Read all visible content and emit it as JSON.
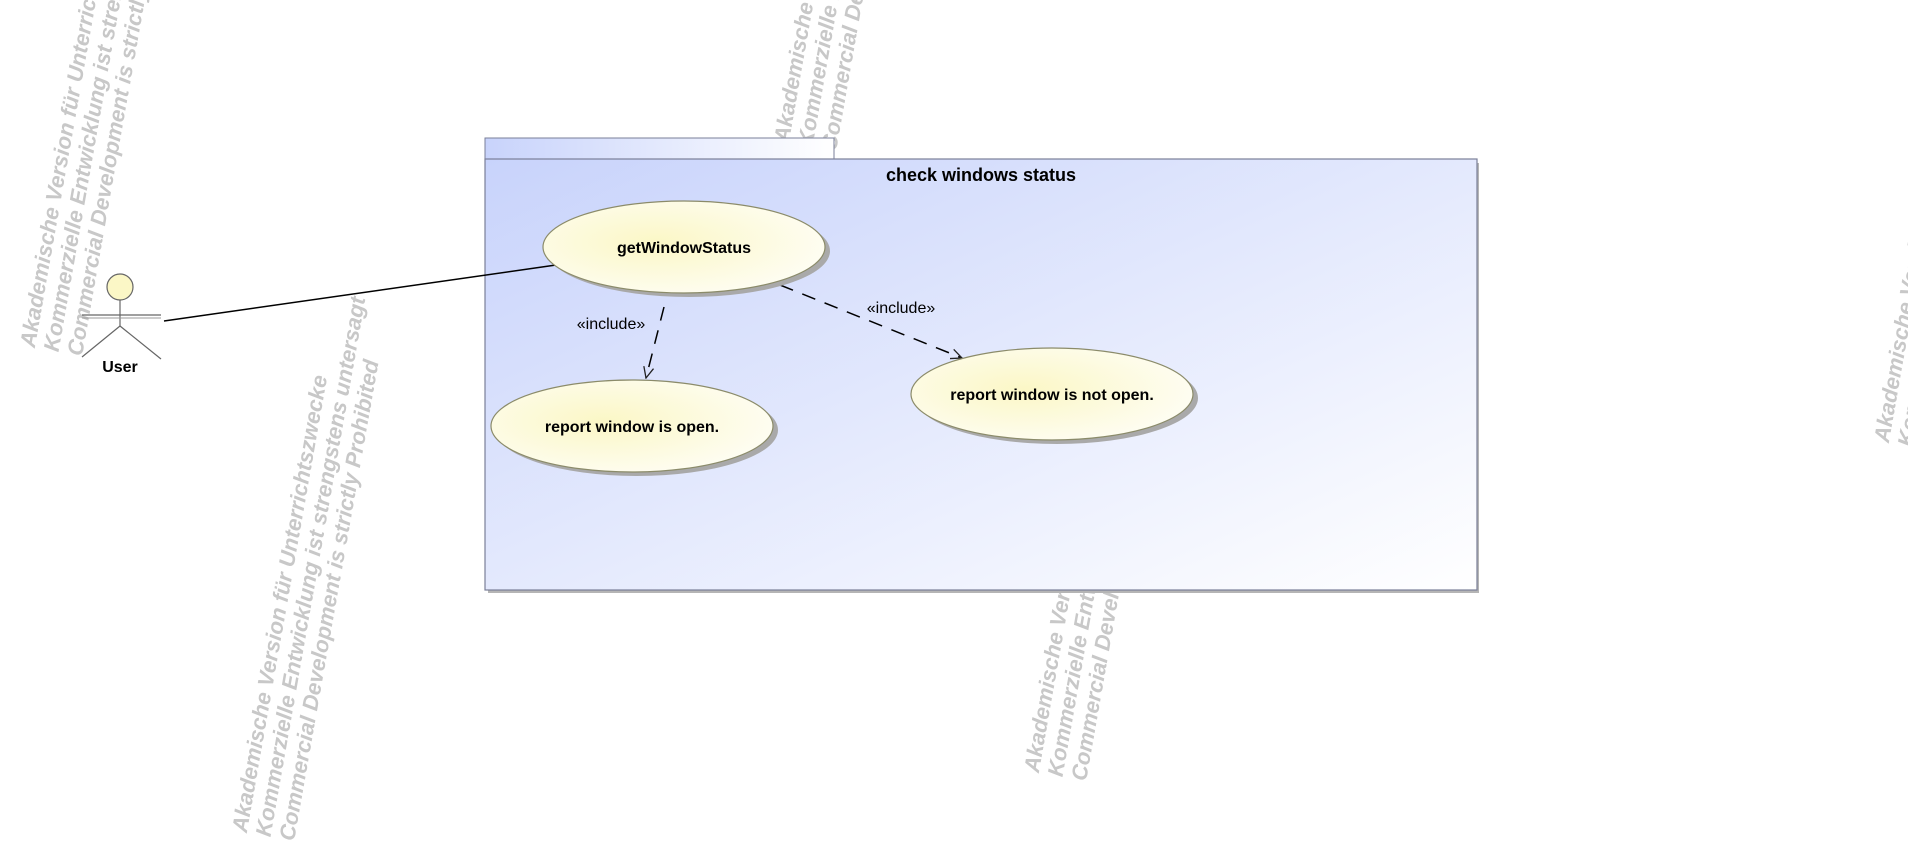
{
  "diagram": {
    "package": {
      "title": "check windows status"
    },
    "actor": {
      "label": "User"
    },
    "use_cases": [
      {
        "id": "getWindowStatus",
        "label": "getWindowStatus"
      },
      {
        "id": "open",
        "label": "report window is open."
      },
      {
        "id": "not_open",
        "label": "report window is not open."
      }
    ],
    "relationships": [
      {
        "type": "include",
        "label": "«include»"
      },
      {
        "type": "include",
        "label": "«include»"
      }
    ]
  },
  "watermark": {
    "lines": [
      "Akademische Version für Unterrichtszwecke",
      "Kommerzielle Entwicklung ist strengstens untersagt",
      "Commercial Development is strictly Prohibited"
    ]
  },
  "colors": {
    "package_fill_start": "#c8d3fb",
    "package_fill_end": "#ffffff",
    "package_border": "#7a7f98",
    "usecase_fill_start": "#fbf7c6",
    "usecase_fill_end": "#ffffff",
    "usecase_border": "#8b8b6a",
    "shadow": "#a9a9a9",
    "watermark": "#c8c8c8"
  }
}
